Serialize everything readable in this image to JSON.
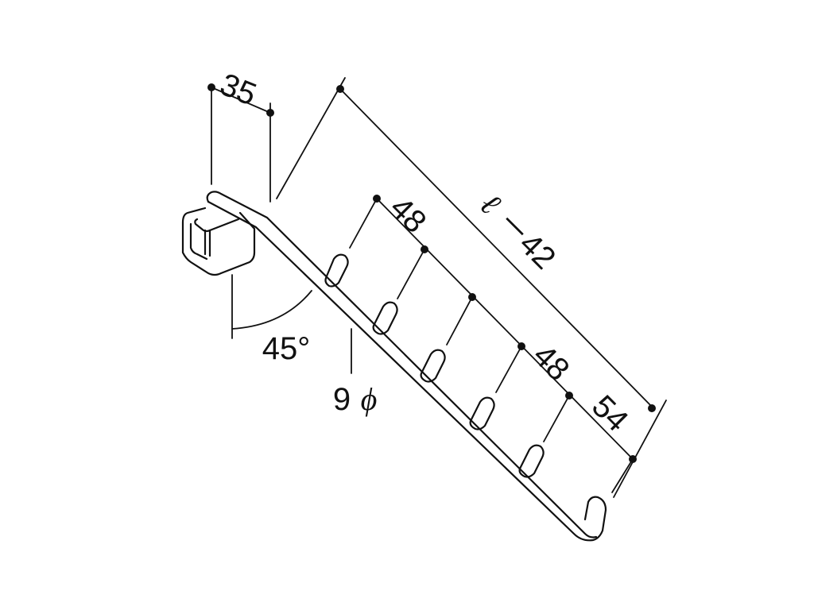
{
  "dimensions": {
    "hook_width": "35",
    "spacing_top": "48",
    "spacing_mid": "48",
    "end_offset": "54",
    "total_length_symbol": "ℓ",
    "total_length_suffix": "－42",
    "angle": "45°",
    "rod_diameter_number": "9",
    "rod_diameter_symbol": "ϕ"
  },
  "colors": {
    "line": "#111111",
    "background": "#ffffff"
  }
}
